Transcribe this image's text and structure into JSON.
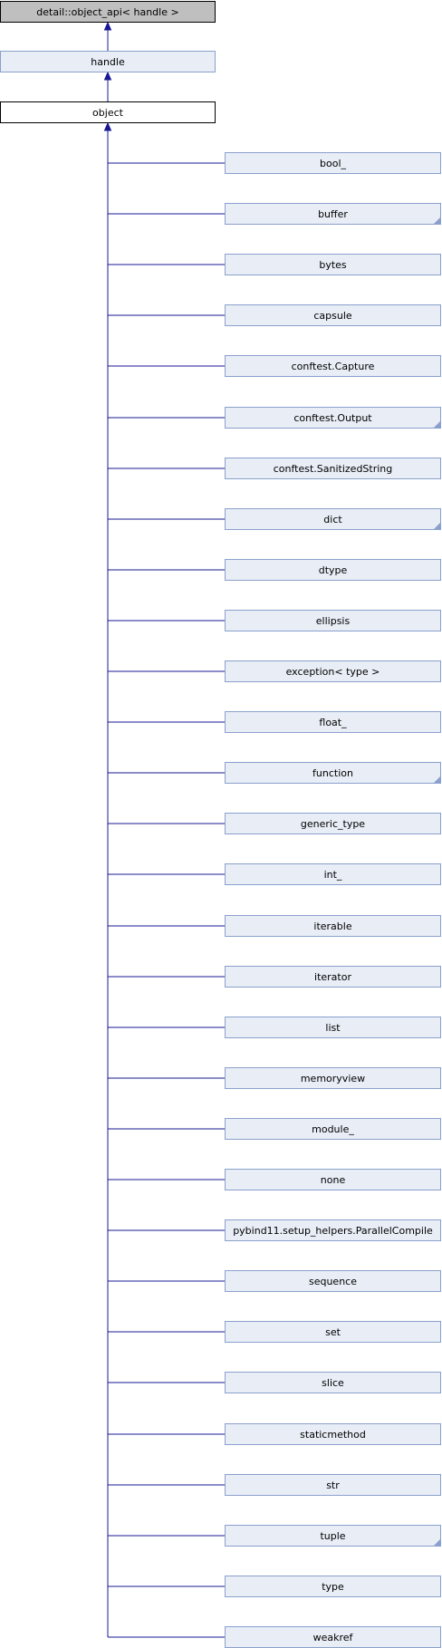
{
  "diagram": {
    "type": "class-inheritance",
    "colors": {
      "edge": "#191996",
      "node_fill": "#e8edf6",
      "node_border": "#8aa0cc",
      "root_fill": "#bfbfbf",
      "current_fill": "#ffffff"
    },
    "ancestors": [
      {
        "label": "detail::object_api< handle >",
        "style": "base-gray"
      },
      {
        "label": "handle",
        "style": "base-blue"
      }
    ],
    "current": {
      "label": "object"
    },
    "children": [
      {
        "label": "bool_",
        "truncated": false
      },
      {
        "label": "buffer",
        "truncated": true
      },
      {
        "label": "bytes",
        "truncated": false
      },
      {
        "label": "capsule",
        "truncated": false
      },
      {
        "label": "conftest.Capture",
        "truncated": false
      },
      {
        "label": "conftest.Output",
        "truncated": true
      },
      {
        "label": "conftest.SanitizedString",
        "truncated": false
      },
      {
        "label": "dict",
        "truncated": true
      },
      {
        "label": "dtype",
        "truncated": false
      },
      {
        "label": "ellipsis",
        "truncated": false
      },
      {
        "label": "exception< type >",
        "truncated": false
      },
      {
        "label": "float_",
        "truncated": false
      },
      {
        "label": "function",
        "truncated": true
      },
      {
        "label": "generic_type",
        "truncated": false
      },
      {
        "label": "int_",
        "truncated": false
      },
      {
        "label": "iterable",
        "truncated": false
      },
      {
        "label": "iterator",
        "truncated": false
      },
      {
        "label": "list",
        "truncated": false
      },
      {
        "label": "memoryview",
        "truncated": false
      },
      {
        "label": "module_",
        "truncated": false
      },
      {
        "label": "none",
        "truncated": false
      },
      {
        "label": "pybind11.setup_helpers.ParallelCompile",
        "truncated": false
      },
      {
        "label": "sequence",
        "truncated": false
      },
      {
        "label": "set",
        "truncated": false
      },
      {
        "label": "slice",
        "truncated": false
      },
      {
        "label": "staticmethod",
        "truncated": false
      },
      {
        "label": "str",
        "truncated": false
      },
      {
        "label": "tuple",
        "truncated": true
      },
      {
        "label": "type",
        "truncated": false
      },
      {
        "label": "weakref",
        "truncated": false
      }
    ]
  }
}
